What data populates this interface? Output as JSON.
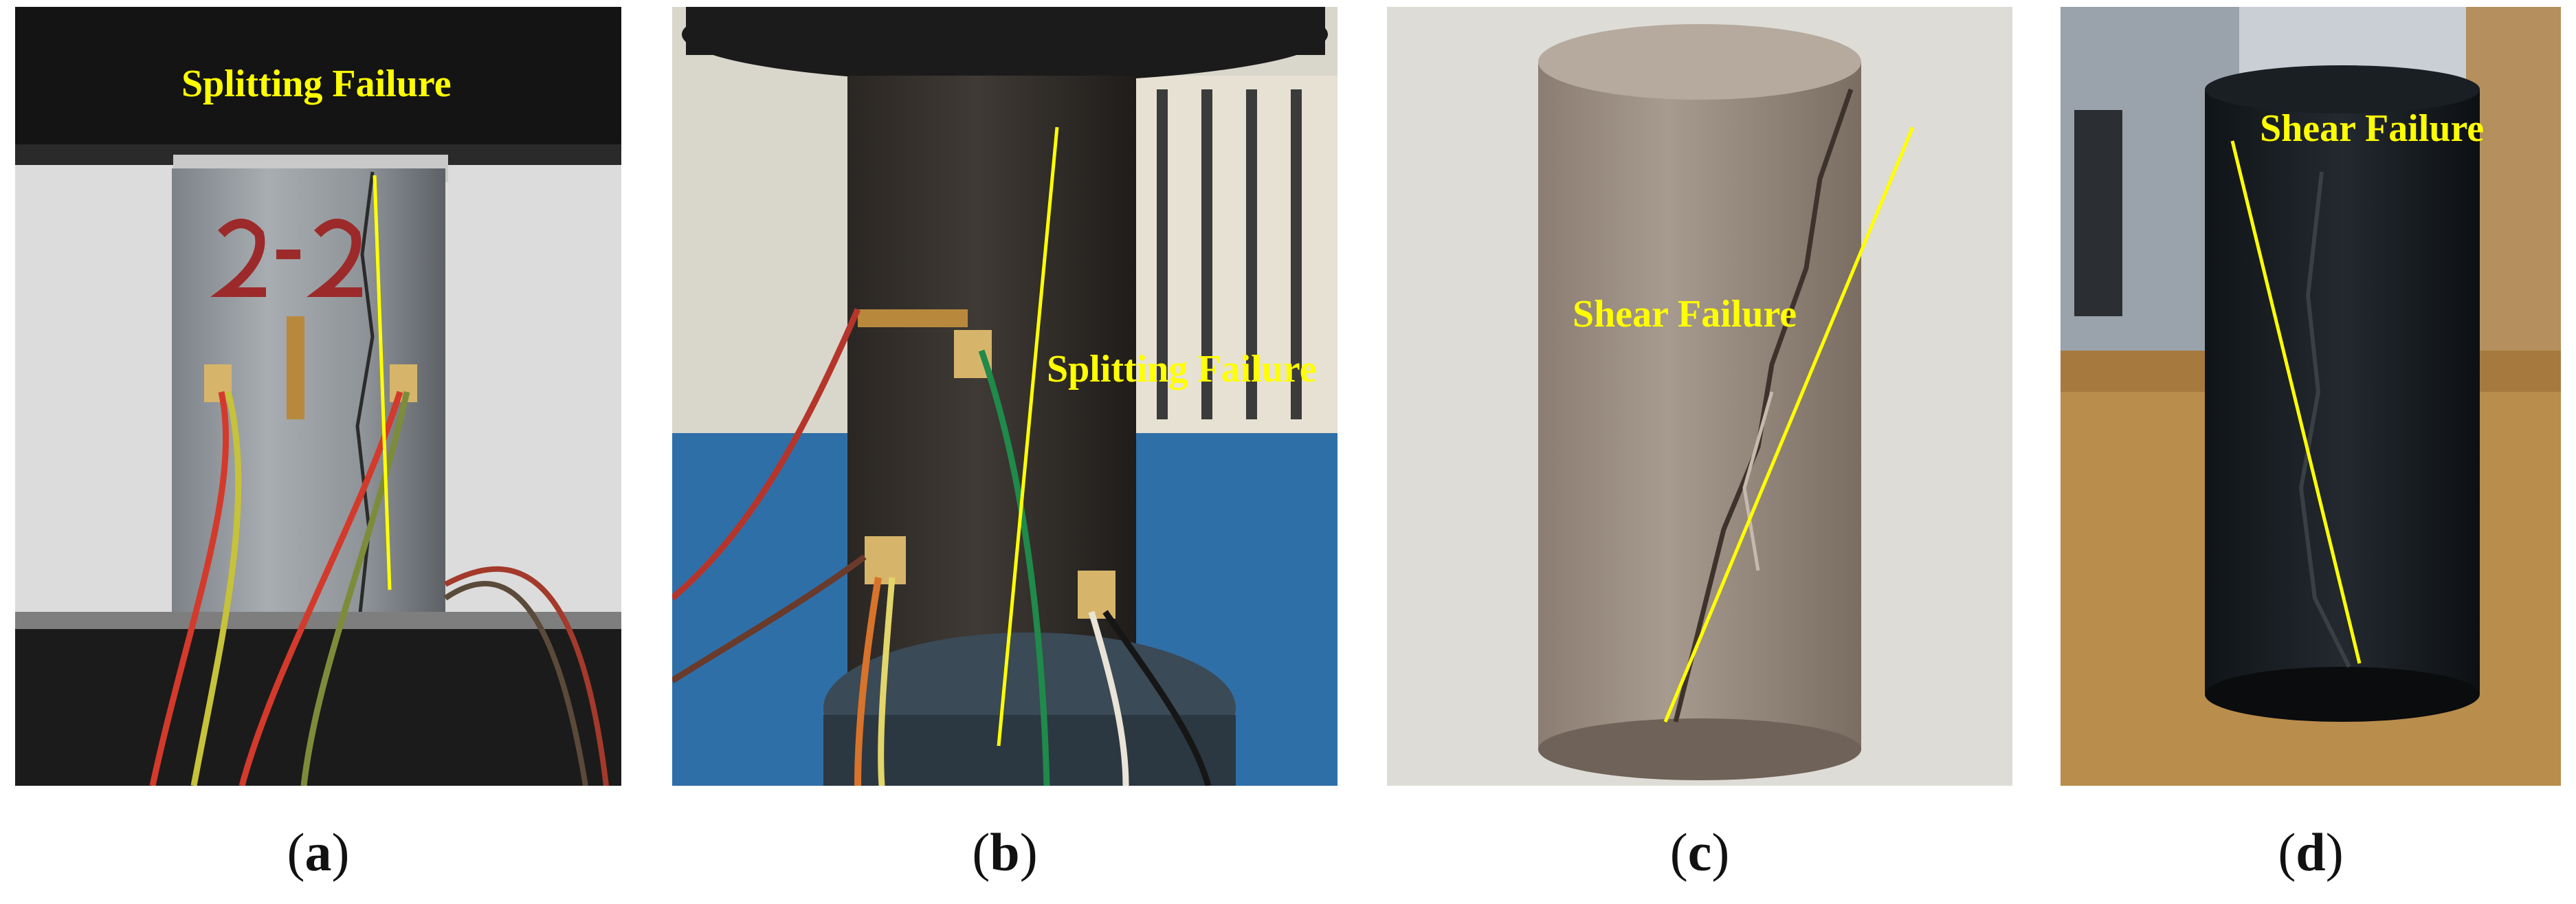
{
  "figure": {
    "panels": [
      {
        "id": "a",
        "label": "Splitting Failure",
        "caption_letter": "a"
      },
      {
        "id": "b",
        "label": "Splitting Failure",
        "caption_letter": "b"
      },
      {
        "id": "c",
        "label": "Shear Failure",
        "caption_letter": "c"
      },
      {
        "id": "d",
        "label": "Shear Failure",
        "caption_letter": "d"
      }
    ],
    "specimen_marking_a": "2-2",
    "annotation_color": "#ffff00"
  }
}
